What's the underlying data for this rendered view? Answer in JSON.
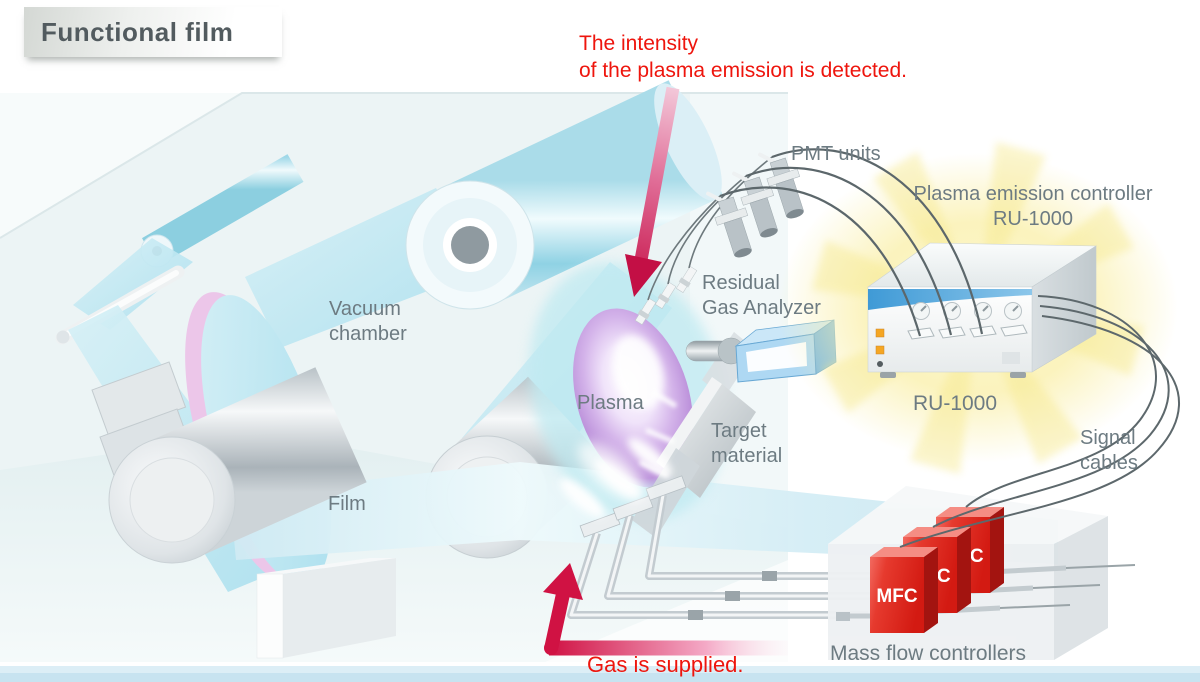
{
  "title": {
    "banner": "Functional film"
  },
  "annotations": {
    "top_note_line1": "The intensity",
    "top_note_line2": "of the plasma emission is detected.",
    "bottom_note": "Gas is supplied."
  },
  "labels": {
    "pmt": "PMT units",
    "pec_line1": "Plasma emission controller",
    "pec_line2": "RU-1000",
    "vacuum_line1": "Vacuum",
    "vacuum_line2": "chamber",
    "rga_line1": "Residual",
    "rga_line2": "Gas Analyzer",
    "plasma": "Plasma",
    "target_line1": "Target",
    "target_line2": "material",
    "film": "Film",
    "ru_unit": "RU-1000",
    "signal_line1": "Signal",
    "signal_line2": "cables",
    "mfc": "MFC",
    "mfc_caption": "Mass flow controllers"
  },
  "colors": {
    "note_red": "#ee150d",
    "label_gray": "#6d7b82",
    "arrow_crimson": "#d01243",
    "mfc_red": "#e2231a",
    "plasma_purple": "#c9a2e2",
    "film_cyan": "#aadff0",
    "glow_yellow": "#f9f0ae",
    "device_stripe_blue": "#54a8dc",
    "rga_blue": "#9fd0ee",
    "bottom_strip_blue": "#cfe7f2"
  }
}
